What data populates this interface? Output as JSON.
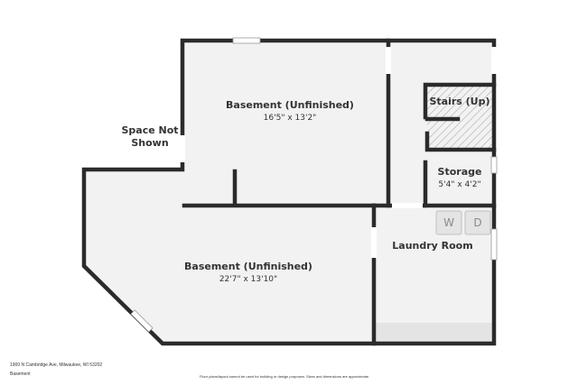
{
  "rooms": {
    "basement_top": {
      "name": "Basement (Unfinished)",
      "dims": "16'5\" x 13'2\""
    },
    "basement_bottom": {
      "name": "Basement (Unfinished)",
      "dims": "22'7\" x 13'10\""
    },
    "stairs": {
      "name": "Stairs (Up)"
    },
    "storage": {
      "name": "Storage",
      "dims": "5'4\" x 4'2\""
    },
    "laundry": {
      "name": "Laundry Room"
    },
    "space_not_shown": {
      "line1": "Space Not",
      "line2": "Shown"
    }
  },
  "appliances": {
    "washer": "W",
    "dryer": "D"
  },
  "footer": {
    "address": "1900 N Cambridge Ave, Milwaukee, WI 53202",
    "level": "Basement",
    "disclaimer": "Floor plans/layout cannot be used for building or design purposes. Sizes and dimensions are approximate."
  },
  "colors": {
    "wall": "#2b2b2b",
    "floor": "#f2f2f2",
    "utility": "#e6e6e6"
  }
}
